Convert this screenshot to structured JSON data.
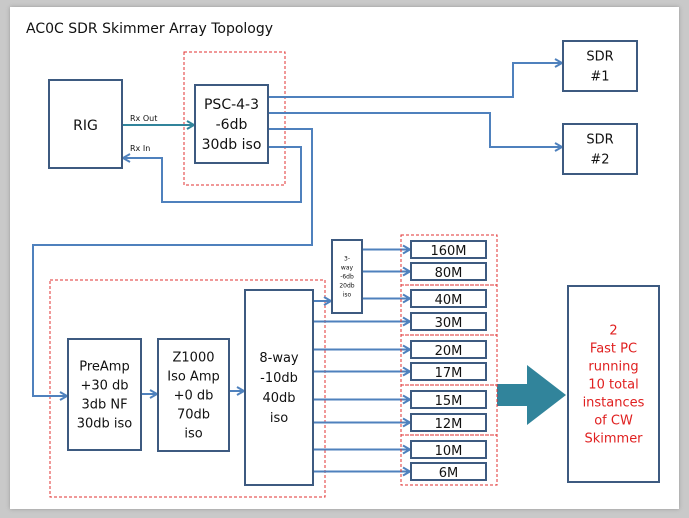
{
  "title": "AC0C SDR Skimmer Array Topology",
  "colors": {
    "wire": "#4f81bd",
    "box_border": "#3d5a80",
    "group_border": "#e03030",
    "big_arrow": "#31849b",
    "result_text": "#e02020"
  },
  "rig": {
    "label": "RIG",
    "rx_out": "Rx Out",
    "rx_in": "Rx In"
  },
  "psc": {
    "lines": [
      "PSC-4-3",
      "-6db",
      "30db iso"
    ]
  },
  "sdr1": {
    "lines": [
      "SDR",
      "#1"
    ]
  },
  "sdr2": {
    "lines": [
      "SDR",
      "#2"
    ]
  },
  "preamp": {
    "lines": [
      "PreAmp",
      "+30 db",
      "3db NF",
      "30db iso"
    ]
  },
  "z1000": {
    "lines": [
      "Z1000",
      "Iso Amp",
      "+0 db",
      "70db",
      "iso"
    ]
  },
  "eightway": {
    "lines": [
      "8-way",
      "-10db",
      "40db",
      "iso"
    ]
  },
  "threeway": {
    "lines": [
      "3-",
      "way",
      "-6db",
      "20db",
      "iso"
    ]
  },
  "bands": [
    "160M",
    "80M",
    "40M",
    "30M",
    "20M",
    "17M",
    "15M",
    "12M",
    "10M",
    "6M"
  ],
  "result": {
    "lines": [
      "2",
      "Fast PC",
      "running",
      "10 total",
      "instances",
      "of CW",
      "Skimmer"
    ]
  }
}
